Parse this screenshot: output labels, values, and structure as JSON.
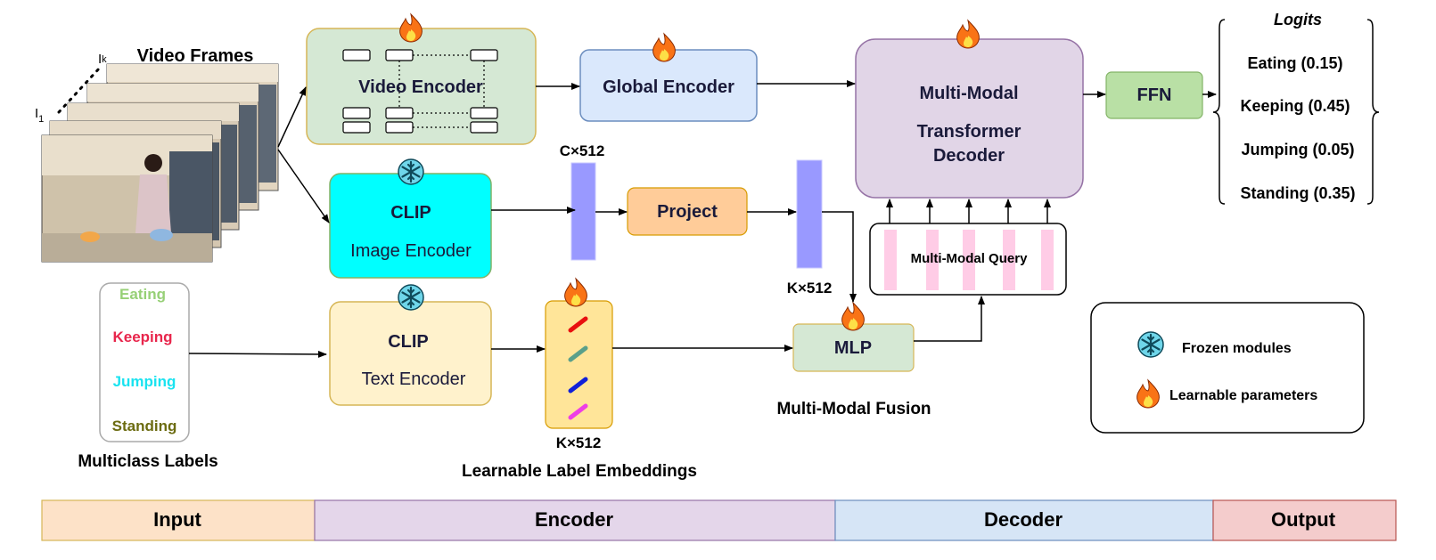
{
  "input": {
    "video_frames_label": "Video Frames",
    "frame_first": "I",
    "frame_first_sub": "1",
    "frame_last": "I",
    "frame_last_sub": "k",
    "labels_title": "Multiclass Labels",
    "labels": [
      {
        "text": "Eating",
        "color": "#97d077"
      },
      {
        "text": "Keeping",
        "color": "#e8264c"
      },
      {
        "text": "Jumping",
        "color": "#19e3f0"
      },
      {
        "text": "Standing",
        "color": "#6b6b10"
      }
    ]
  },
  "encoder": {
    "video_encoder": "Video Encoder",
    "global_encoder": "Global Encoder",
    "clip_image_title": "CLIP",
    "clip_image_sub": "Image Encoder",
    "clip_text_title": "CLIP",
    "clip_text_sub": "Text Encoder",
    "c512": "C×512",
    "project": "Project",
    "k512_a": "K×512",
    "k512_b": "K×512",
    "label_embeddings": "Learnable Label Embeddings",
    "embedding_colors": [
      "#e81010",
      "#5aa08a",
      "#1020d8",
      "#ee3ee6"
    ]
  },
  "fusion": {
    "mlp": "MLP",
    "title": "Multi-Modal Fusion",
    "query": "Multi-Modal Query"
  },
  "decoder": {
    "line1": "Multi-Modal",
    "line2": "Transformer",
    "line3": "Decoder",
    "ffn": "FFN"
  },
  "output": {
    "logits_title": "Logits",
    "logits": [
      "Eating (0.15)",
      "Keeping (0.45)",
      "Jumping (0.05)",
      "Standing (0.35)"
    ]
  },
  "legend": {
    "frozen": "Frozen modules",
    "learnable": "Learnable parameters"
  },
  "stages": [
    {
      "label": "Input",
      "color": "#fde2c8"
    },
    {
      "label": "Encoder",
      "color": "#e4d6ea"
    },
    {
      "label": "Decoder",
      "color": "#d6e5f6"
    },
    {
      "label": "Output",
      "color": "#f4cccc"
    }
  ],
  "colors": {
    "video_encoder_fill": "#d5e8d4",
    "global_encoder_fill": "#dae8fc",
    "clip_image_fill": "#00ffff",
    "clip_text_fill": "#fff2cc",
    "project_fill": "#ffcc99",
    "feature_bar": "#9999ff",
    "mlp_fill": "#d5e8d4",
    "decoder_fill": "#e1d5e7",
    "ffn_fill": "#b9e0a5",
    "query_bar": "#ffcce6",
    "embedding_fill": "#ffe599"
  }
}
